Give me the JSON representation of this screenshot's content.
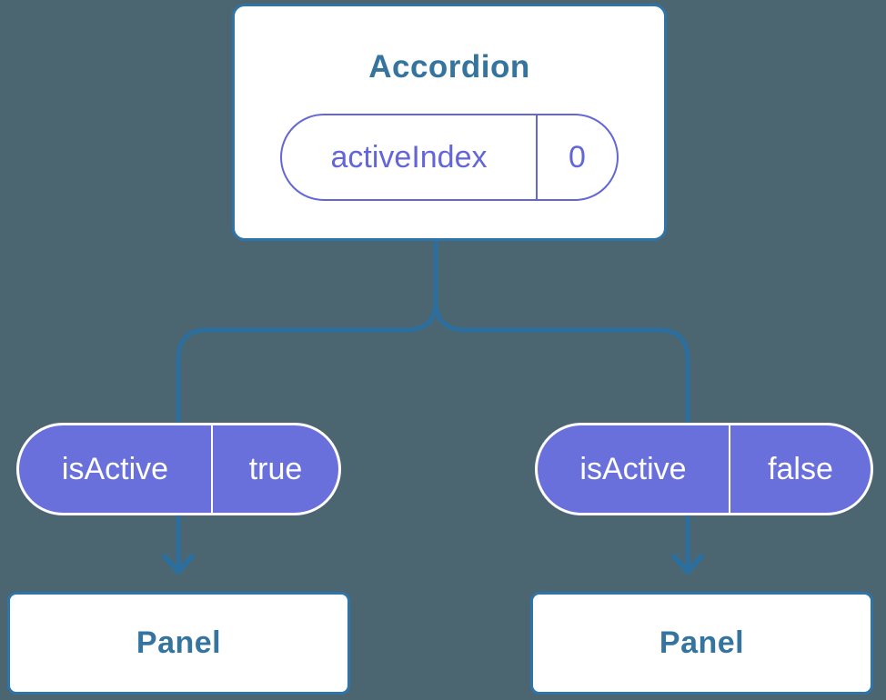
{
  "colors": {
    "background": "#4C6671",
    "connector-blue": "#2C6F9F",
    "card-border-blue": "#2F74A9",
    "heading-blue": "#35749F",
    "purple-fill": "#6970DC",
    "purple-stroke": "#6366D8",
    "card-bg": "#FFFFFF",
    "pill-text-light": "#FFFFFF"
  },
  "nodes": {
    "accordion": {
      "title": "Accordion",
      "state": {
        "name": "activeIndex",
        "value": "0"
      }
    },
    "panels": [
      {
        "title": "Panel"
      },
      {
        "title": "Panel"
      }
    ]
  },
  "props": [
    {
      "name": "isActive",
      "value": "true"
    },
    {
      "name": "isActive",
      "value": "false"
    }
  ]
}
